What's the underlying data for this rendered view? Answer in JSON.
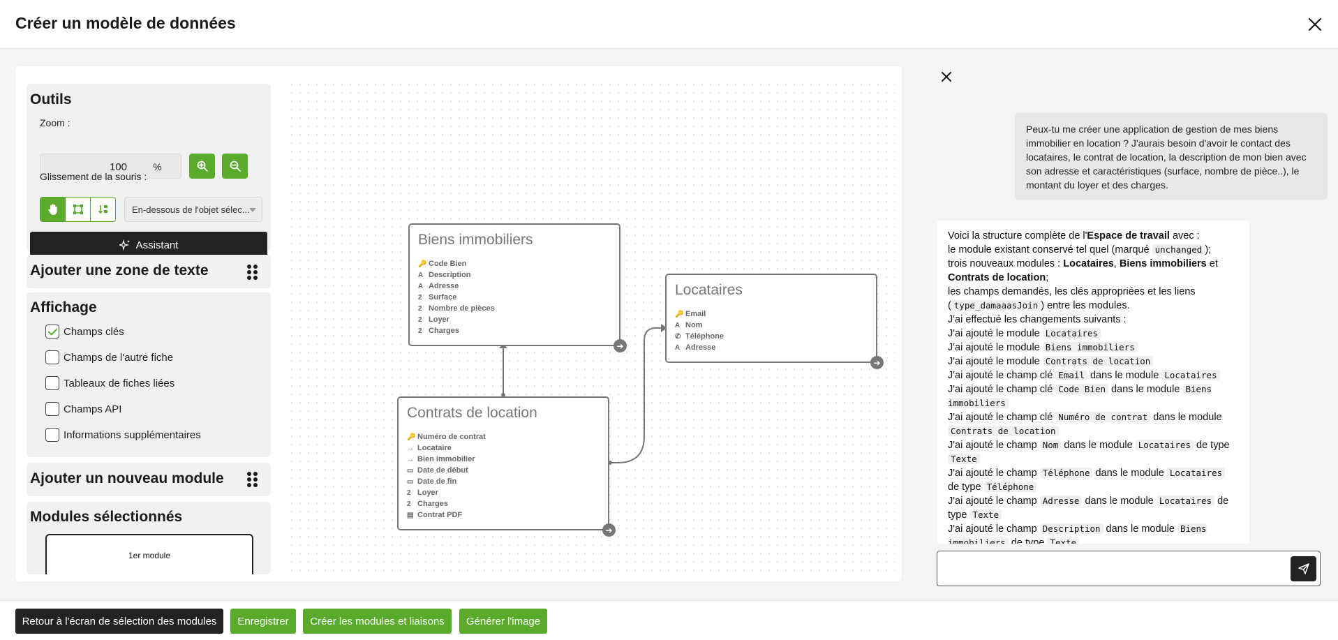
{
  "header": {
    "title": "Créer un modèle de données"
  },
  "tools": {
    "title": "Outils",
    "zoom_label": "Zoom :",
    "zoom_value": "100",
    "zoom_unit": "%",
    "drag_label": "Glissement de la souris :",
    "drag_option": "En-dessous de l'objet sélec...",
    "assistant_label": "Assistant"
  },
  "add_text": {
    "title": "Ajouter une zone de texte"
  },
  "display": {
    "title": "Affichage",
    "options": [
      {
        "label": "Champs clés",
        "checked": true
      },
      {
        "label": "Champs de l'autre fiche",
        "checked": false
      },
      {
        "label": "Tableaux de fiches liées",
        "checked": false
      },
      {
        "label": "Champs API",
        "checked": false
      },
      {
        "label": "Informations supplémentaires",
        "checked": false
      }
    ]
  },
  "add_module": {
    "title": "Ajouter un nouveau module"
  },
  "selected_modules": {
    "title": "Modules sélectionnés",
    "first_module": "1er module"
  },
  "entities": {
    "biens": {
      "title": "Biens immobiliers",
      "fields": [
        {
          "icon": "key-icon",
          "glyph": "🔑",
          "name": "Code Bien"
        },
        {
          "icon": "text-type-icon",
          "glyph": "A",
          "name": "Description"
        },
        {
          "icon": "text-type-icon",
          "glyph": "A",
          "name": "Adresse"
        },
        {
          "icon": "number-type-icon",
          "glyph": "2",
          "name": "Surface"
        },
        {
          "icon": "number-type-icon",
          "glyph": "2",
          "name": "Nombre de pièces"
        },
        {
          "icon": "number-type-icon",
          "glyph": "2",
          "name": "Loyer"
        },
        {
          "icon": "number-type-icon",
          "glyph": "2",
          "name": "Charges"
        }
      ]
    },
    "locataires": {
      "title": "Locataires",
      "fields": [
        {
          "icon": "key-icon",
          "glyph": "🔑",
          "name": "Email"
        },
        {
          "icon": "text-type-icon",
          "glyph": "A",
          "name": "Nom"
        },
        {
          "icon": "phone-icon",
          "glyph": "✆",
          "name": "Téléphone"
        },
        {
          "icon": "text-type-icon",
          "glyph": "A",
          "name": "Adresse"
        }
      ]
    },
    "contrats": {
      "title": "Contrats de location",
      "fields": [
        {
          "icon": "key-icon",
          "glyph": "🔑",
          "name": "Numéro de contrat"
        },
        {
          "icon": "link-arrow-icon",
          "glyph": "→",
          "name": "Locataire"
        },
        {
          "icon": "link-arrow-icon",
          "glyph": "→",
          "name": "Bien immobilier"
        },
        {
          "icon": "calendar-icon",
          "glyph": "▭",
          "name": "Date de début"
        },
        {
          "icon": "calendar-icon",
          "glyph": "▭",
          "name": "Date de fin"
        },
        {
          "icon": "number-type-icon",
          "glyph": "2",
          "name": "Loyer"
        },
        {
          "icon": "number-type-icon",
          "glyph": "2",
          "name": "Charges"
        },
        {
          "icon": "file-icon",
          "glyph": "▤",
          "name": "Contrat PDF"
        }
      ]
    }
  },
  "chat": {
    "user_message": "Peux-tu me créer une application de gestion de mes biens immobilier en location ? J'aurais besoin d'avoir le contact des locataires, le contrat de location, la description de mon bien avec son adresse et caractéristiques (surface, nombre de pièce..), le montant du loyer et des charges.",
    "bot_lines": [
      [
        {
          "t": "Voici la structure complète de l'"
        },
        {
          "b": "Espace de travail"
        },
        {
          "t": " avec :"
        }
      ],
      [
        {
          "t": "le module existant conservé tel quel (marqué "
        },
        {
          "c": "unchanged"
        },
        {
          "t": ");"
        }
      ],
      [
        {
          "t": "trois nouveaux modules : "
        },
        {
          "b": "Locataires"
        },
        {
          "t": ", "
        },
        {
          "b": "Biens immobiliers"
        },
        {
          "t": " et "
        },
        {
          "b": "Contrats de location"
        },
        {
          "t": ";"
        }
      ],
      [
        {
          "t": "les champs demandés, les clés appropriées et les liens ("
        },
        {
          "c": "type_damaaasJoin"
        },
        {
          "t": ") entre les modules."
        }
      ],
      [
        {
          "t": "J'ai effectué les changements suivants :"
        }
      ],
      [
        {
          "t": "J'ai ajouté le module "
        },
        {
          "c": "Locataires"
        }
      ],
      [
        {
          "t": "J'ai ajouté le module "
        },
        {
          "c": "Biens immobiliers"
        }
      ],
      [
        {
          "t": "J'ai ajouté le module "
        },
        {
          "c": "Contrats de location"
        }
      ],
      [
        {
          "t": "J'ai ajouté le champ clé "
        },
        {
          "c": "Email"
        },
        {
          "t": " dans le module "
        },
        {
          "c": "Locataires"
        }
      ],
      [
        {
          "t": "J'ai ajouté le champ clé "
        },
        {
          "c": "Code Bien"
        },
        {
          "t": " dans le module "
        },
        {
          "c": "Biens immobiliers"
        }
      ],
      [
        {
          "t": "J'ai ajouté le champ clé "
        },
        {
          "c": "Numéro de contrat"
        },
        {
          "t": " dans le module "
        },
        {
          "c": "Contrats de location"
        }
      ],
      [
        {
          "t": "J'ai ajouté le champ "
        },
        {
          "c": "Nom"
        },
        {
          "t": " dans le module "
        },
        {
          "c": "Locataires"
        },
        {
          "t": " de type "
        },
        {
          "c": "Texte"
        }
      ],
      [
        {
          "t": "J'ai ajouté le champ "
        },
        {
          "c": "Téléphone"
        },
        {
          "t": " dans le module "
        },
        {
          "c": "Locataires"
        },
        {
          "t": " de type "
        },
        {
          "c": "Téléphone"
        }
      ],
      [
        {
          "t": "J'ai ajouté le champ "
        },
        {
          "c": "Adresse"
        },
        {
          "t": " dans le module "
        },
        {
          "c": "Locataires"
        },
        {
          "t": " de type "
        },
        {
          "c": "Texte"
        }
      ],
      [
        {
          "t": "J'ai ajouté le champ "
        },
        {
          "c": "Description"
        },
        {
          "t": " dans le module "
        },
        {
          "c": "Biens immobiliers"
        },
        {
          "t": " de type "
        },
        {
          "c": "Texte"
        }
      ]
    ],
    "input_placeholder": ""
  },
  "footer": {
    "back_label": "Retour à l'écran de sélection des modules",
    "save_label": "Enregistrer",
    "create_label": "Créer les modules et liaisons",
    "image_label": "Générer l'image"
  },
  "colors": {
    "accent": "#5aab2b",
    "dark": "#222222",
    "entity_border": "#777777"
  }
}
